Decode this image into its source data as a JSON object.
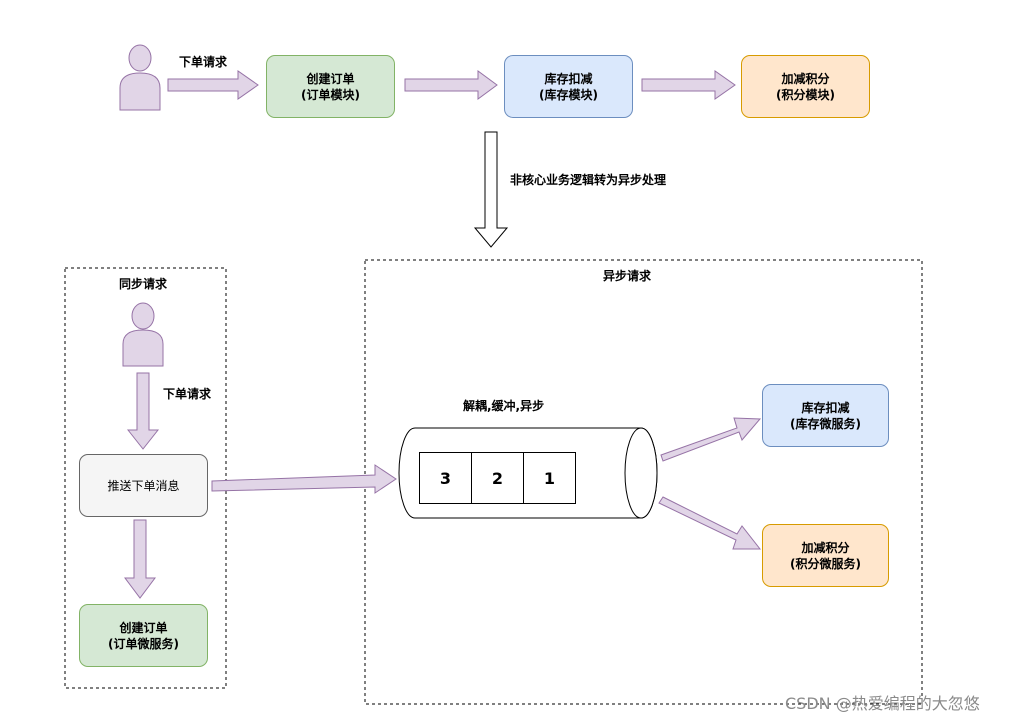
{
  "top_flow": {
    "request_label": "下单请求",
    "create_order": {
      "line1": "创建订单",
      "line2": "(订单模块)"
    },
    "stock_deduct": {
      "line1": "库存扣减",
      "line2": "(库存模块)"
    },
    "points_add": {
      "line1": "加减积分",
      "line2": "(积分模块)"
    }
  },
  "transform_label": "非核心业务逻辑转为异步处理",
  "sync_panel": {
    "title": "同步请求",
    "request_label": "下单请求",
    "push_message": "推送下单消息",
    "create_order": {
      "line1": "创建订单",
      "line2": "(订单微服务)"
    }
  },
  "async_panel": {
    "title": "异步请求",
    "queue_label": "解耦,缓冲,异步",
    "queue_cells": [
      "3",
      "2",
      "1"
    ],
    "stock_service": {
      "line1": "库存扣减",
      "line2": "(库存微服务)"
    },
    "points_service": {
      "line1": "加减积分",
      "line2": "(积分微服务)"
    }
  },
  "watermark": "CSDN @热爱编程的大忽悠",
  "colors": {
    "arrow_fill": "#e1d5e7",
    "arrow_stroke": "#9673a6",
    "green": "#d5e8d4",
    "blue": "#dae8fc",
    "orange": "#ffe6cc",
    "gray": "#f5f5f5"
  }
}
